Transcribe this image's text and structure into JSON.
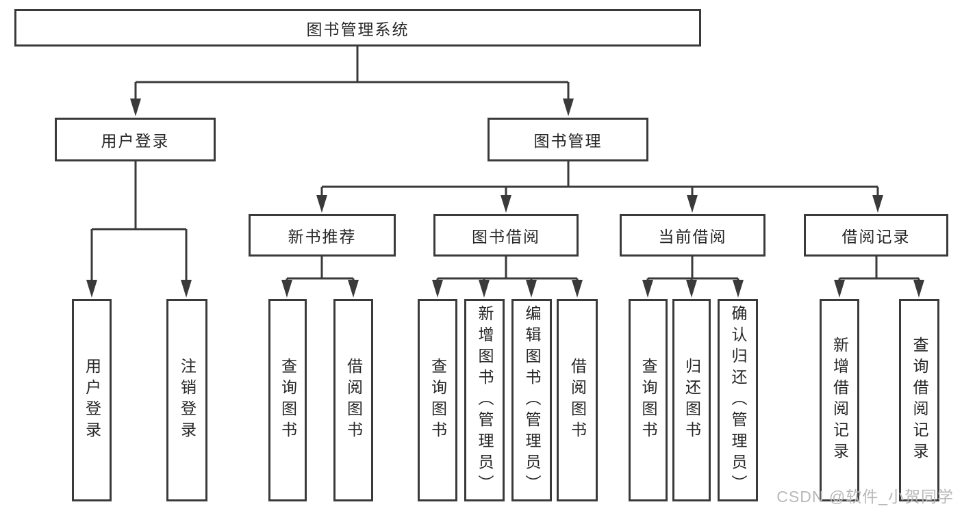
{
  "diagram": {
    "root": {
      "label": "图书管理系统"
    },
    "branches": [
      {
        "label": "用户登录",
        "children": [
          {
            "label": "用户登录"
          },
          {
            "label": "注销登录"
          }
        ]
      },
      {
        "label": "图书管理",
        "children": [
          {
            "label": "新书推荐",
            "children": [
              {
                "label": "查询图书"
              },
              {
                "label": "借阅图书"
              }
            ]
          },
          {
            "label": "图书借阅",
            "children": [
              {
                "label": "查询图书"
              },
              {
                "label": "新增图书（管理员）"
              },
              {
                "label": "编辑图书（管理员）"
              },
              {
                "label": "借阅图书"
              }
            ]
          },
          {
            "label": "当前借阅",
            "children": [
              {
                "label": "查询图书"
              },
              {
                "label": "归还图书"
              },
              {
                "label": "确认归还（管理员）"
              }
            ]
          },
          {
            "label": "借阅记录",
            "children": [
              {
                "label": "新增借阅记录"
              },
              {
                "label": "查询借阅记录"
              }
            ]
          }
        ]
      }
    ]
  },
  "watermark": "CSDN @软件_小贺同学",
  "colors": {
    "line": "#3a3a3a",
    "text": "#262626",
    "watermark": "#b8b8b8",
    "background": "#ffffff"
  }
}
